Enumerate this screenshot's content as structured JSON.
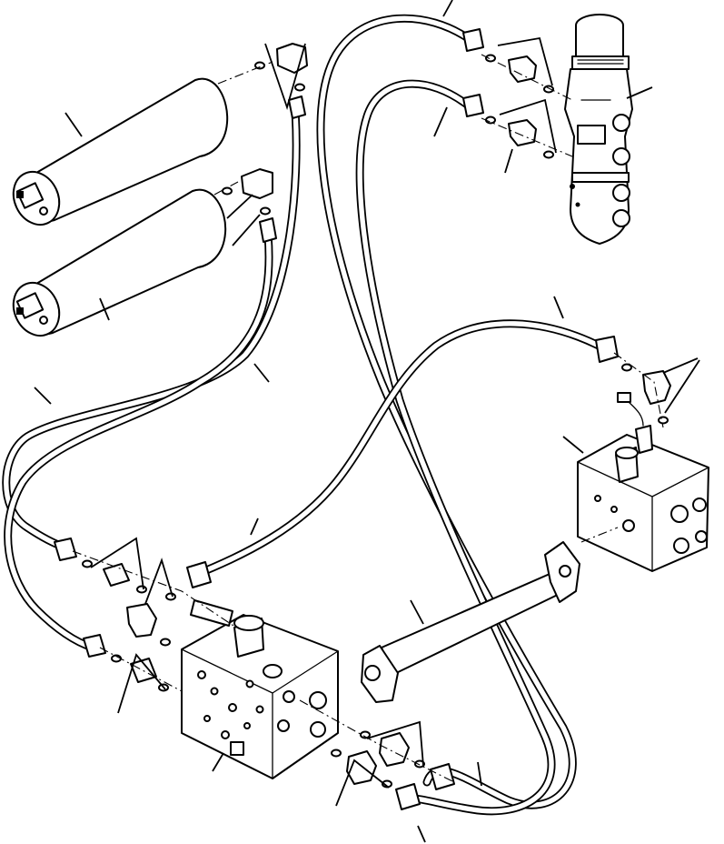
{
  "diagram": {
    "type": "exploded hydraulic parts diagram",
    "components": [
      "accumulator-upper",
      "accumulator-lower",
      "pilot-valve",
      "control-valve-left",
      "control-valve-right",
      "connecting-tube",
      "hoses",
      "fittings",
      "o-rings"
    ]
  }
}
